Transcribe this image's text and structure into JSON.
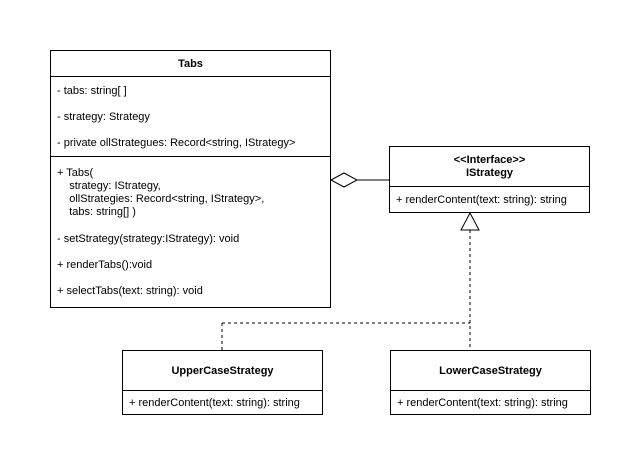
{
  "tabs_class": {
    "name": "Tabs",
    "attributes": [
      "- tabs: string[ ]",
      "- strategy: Strategy",
      "- private ollStrategues: Record<string, IStrategy>"
    ],
    "constructor": "+ Tabs(\n    strategy: IStrategy,\n    ollStrategies: Record<string, IStrategy>,\n    tabs: string[] )",
    "methods": [
      "- setStrategy(strategy:IStrategy): void",
      "+ renderTabs():void",
      "+ selectTabs(text: string): void"
    ]
  },
  "istrategy": {
    "stereotype": "<<Interface>>",
    "name": "IStrategy",
    "method": "+ renderContent(text: string): string"
  },
  "upper": {
    "name": "UpperCaseStrategy",
    "method": "+ renderContent(text: string): string"
  },
  "lower": {
    "name": "LowerCaseStrategy",
    "method": "+ renderContent(text: string): string"
  }
}
